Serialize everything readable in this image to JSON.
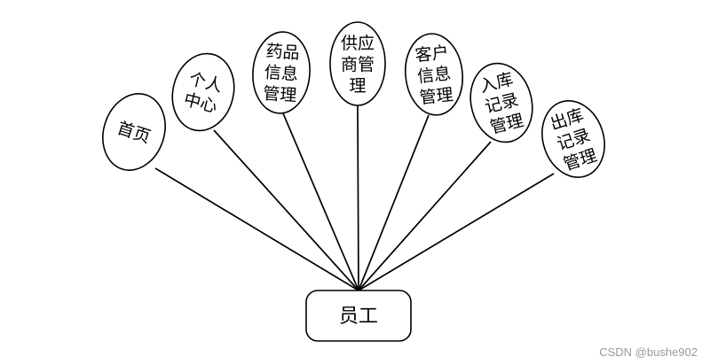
{
  "diagram": {
    "root": {
      "label": "员工"
    },
    "children": [
      {
        "id": "home",
        "lines": [
          "首页"
        ]
      },
      {
        "id": "personal-center",
        "lines": [
          "个人",
          "中心"
        ]
      },
      {
        "id": "drug-info",
        "lines": [
          "药品",
          "信息",
          "管理"
        ]
      },
      {
        "id": "supplier",
        "lines": [
          "供应",
          "商管",
          "理"
        ]
      },
      {
        "id": "customer-info",
        "lines": [
          "客户",
          "信息",
          "管理"
        ]
      },
      {
        "id": "inbound",
        "lines": [
          "入库",
          "记录",
          "管理"
        ]
      },
      {
        "id": "outbound",
        "lines": [
          "出库",
          "记录",
          "管理"
        ]
      }
    ]
  },
  "watermark": "CSDN @bushe902"
}
